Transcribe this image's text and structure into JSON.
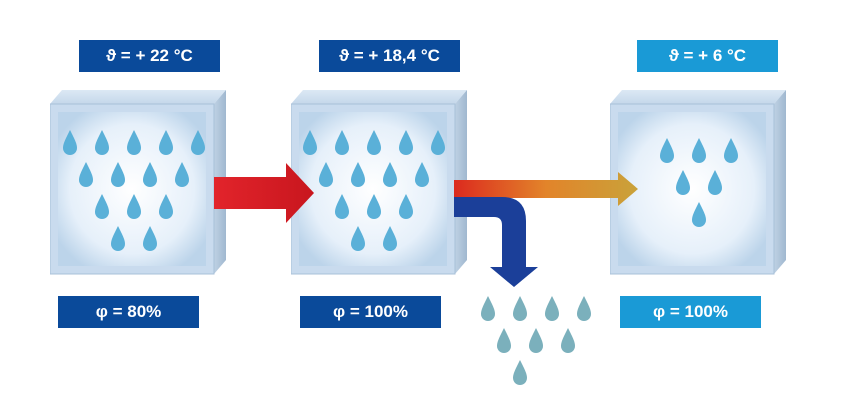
{
  "stages": [
    {
      "temperature_label": "ϑ = + 22 °C",
      "humidity_label": "φ = 80%",
      "temperature_color": "#0a4a9a",
      "humidity_color": "#0a4a9a"
    },
    {
      "temperature_label": "ϑ = + 18,4 °C",
      "humidity_label": "φ = 100%",
      "temperature_color": "#0a4a9a",
      "humidity_color": "#0a4a9a"
    },
    {
      "temperature_label": "ϑ = + 6 °C",
      "humidity_label": "φ = 100%",
      "temperature_color": "#1a9ad6",
      "humidity_color": "#1a9ad6"
    }
  ],
  "colors": {
    "arrow_hot": "#d81f26",
    "arrow_warm": "#e8a020",
    "arrow_cold": "#1b3f99",
    "drop": "#5ab0d8",
    "drop_condensate": "#6aa8b8",
    "cube_face": "#cfe0f0"
  },
  "icons": {
    "cube": "translucent-cube",
    "drop": "water-drop-icon",
    "arrow": "flow-arrow"
  }
}
